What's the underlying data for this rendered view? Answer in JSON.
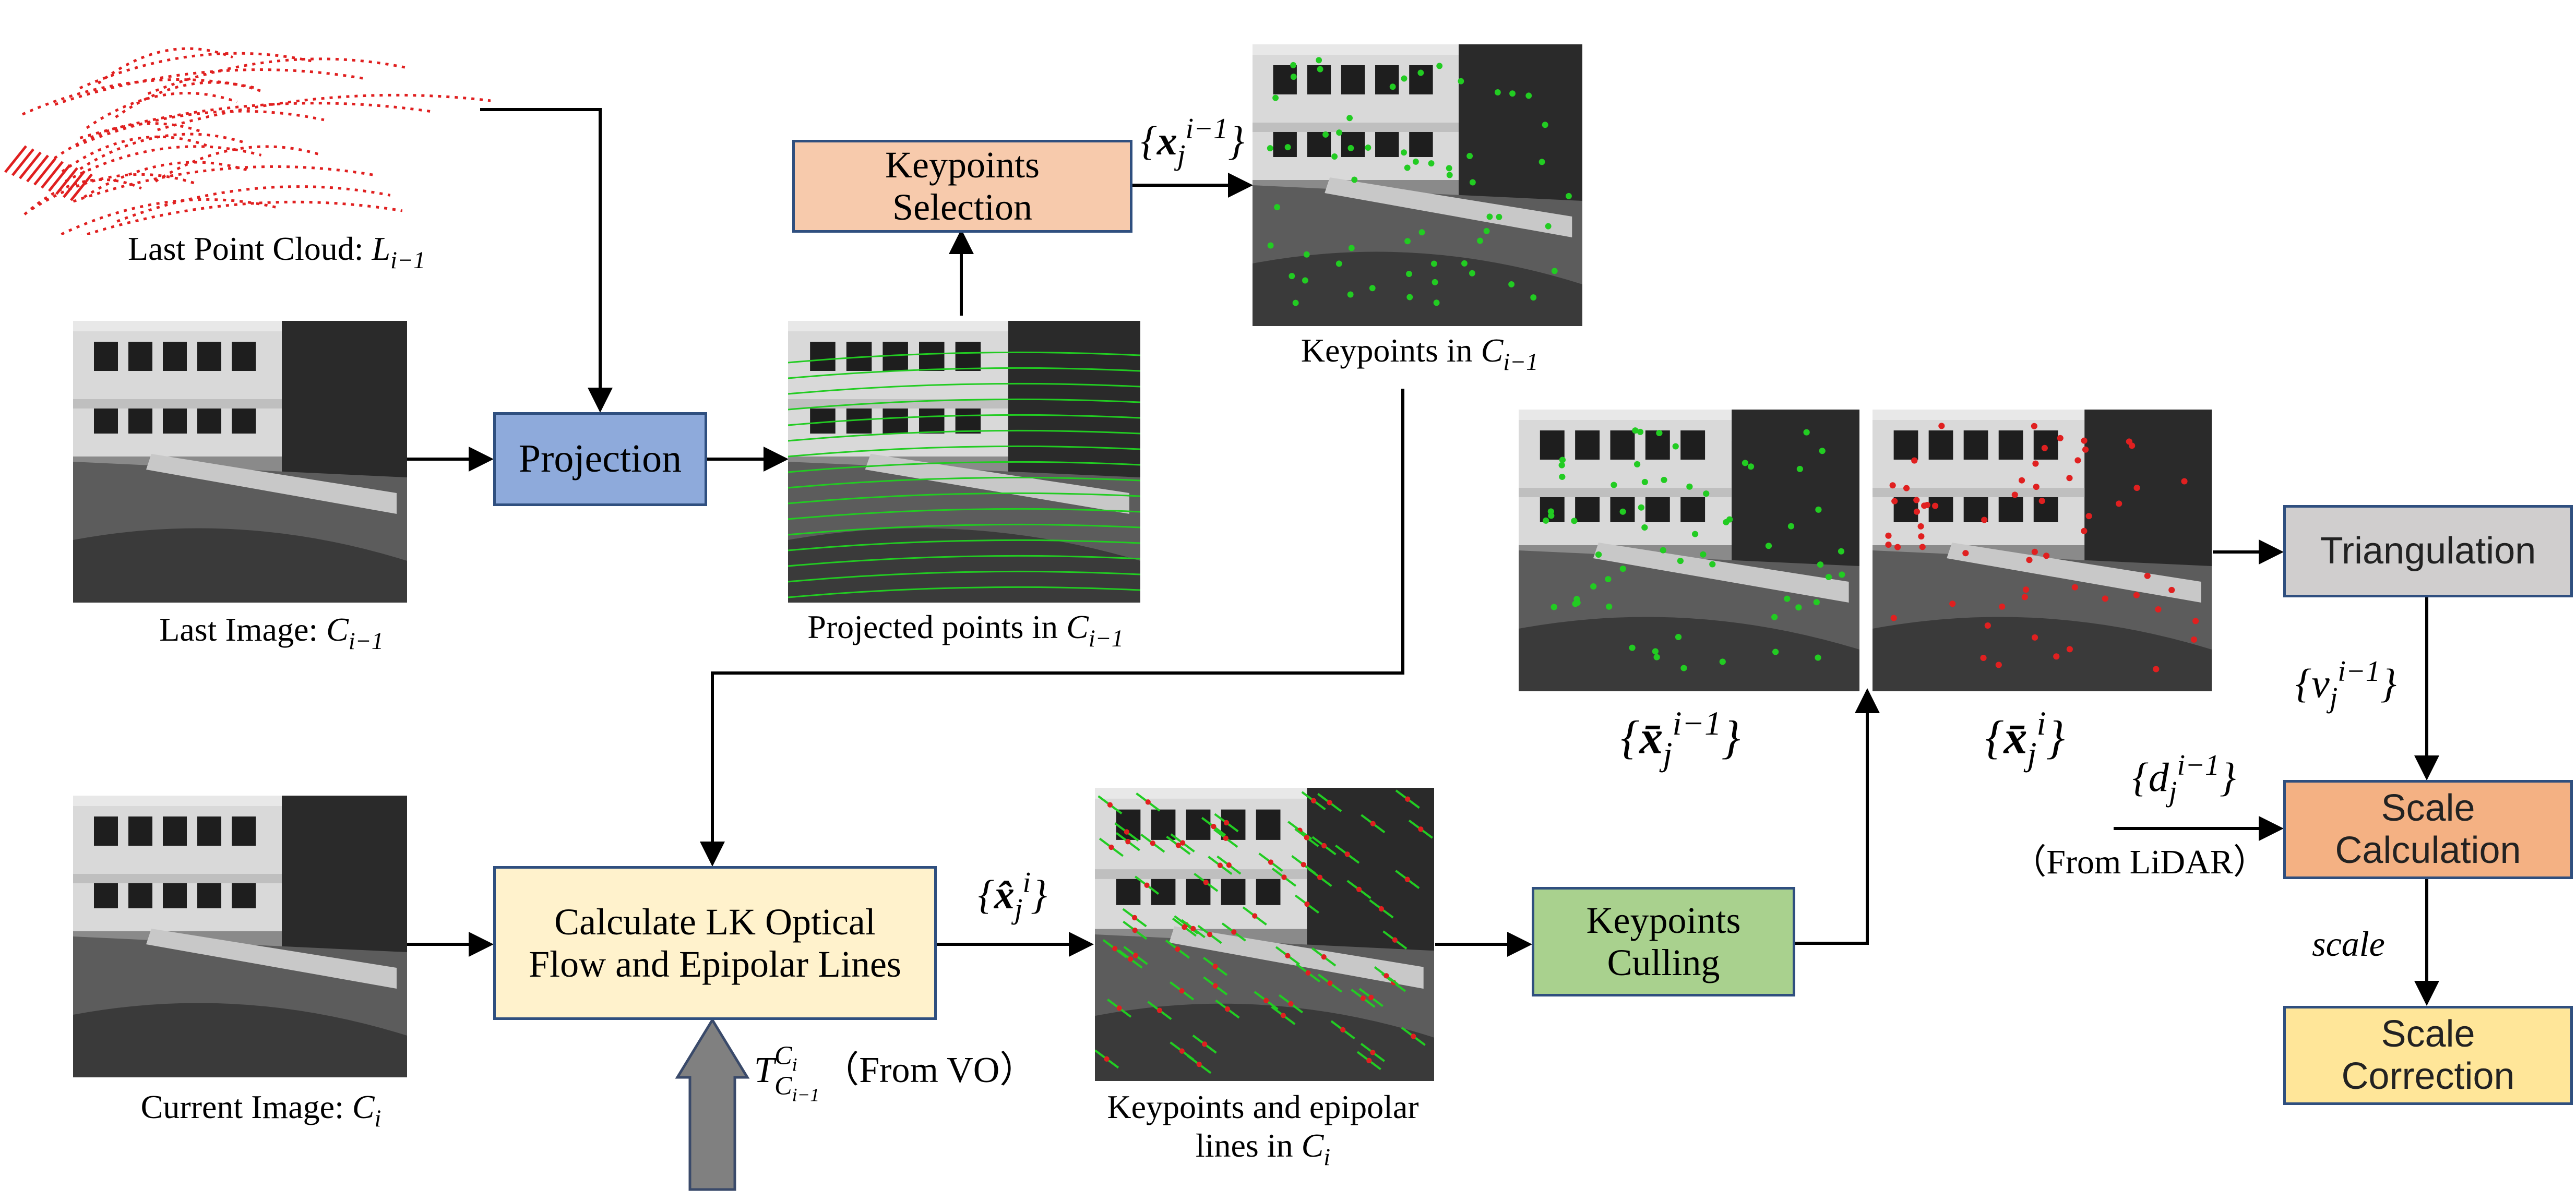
{
  "nodes": {
    "projection": "Projection",
    "keypoints_selection": "Keypoints Selection",
    "lk_flow": "Calculate LK Optical Flow and Epipolar Lines",
    "keypoints_culling": "Keypoints Culling",
    "triangulation": "Triangulation",
    "scale_calculation": "Scale Calculation",
    "scale_correction": "Scale Correction"
  },
  "labels": {
    "last_point_cloud": "Last Point Cloud: ",
    "last_point_cloud_var": "L",
    "last_point_cloud_sub": "i−1",
    "last_image": "Last Image: ",
    "last_image_var": "C",
    "last_image_sub": "i−1",
    "current_image": "Current Image: ",
    "current_image_var": "C",
    "current_image_sub": "i",
    "projected_points": "Projected points in ",
    "projected_points_var": "C",
    "projected_points_sub": "i−1",
    "keypoints_prev": "Keypoints in ",
    "keypoints_prev_var": "C",
    "keypoints_prev_sub": "i−1",
    "keypoints_epipolar_line1": "Keypoints and epipolar",
    "keypoints_epipolar_line2": "lines in ",
    "keypoints_epipolar_var": "C",
    "keypoints_epipolar_sub": "i",
    "from_vo": "（From VO）",
    "from_lidar": "（From LiDAR）",
    "scale": "scale"
  },
  "math": {
    "x_prev_sup": "i−1",
    "x_prev_sub": "j",
    "x_hat_sup": "i",
    "x_hat_sub": "j",
    "xbar_prev_sup": "i−1",
    "xbar_prev_sub": "j",
    "xbar_cur_sup": "i",
    "xbar_cur_sub": "j",
    "v_sup": "i−1",
    "v_sub": "j",
    "d_sup": "i−1",
    "d_sub": "j",
    "T_sup": "C",
    "T_sup_sub": "i",
    "T_sub": "C",
    "T_sub_sub": "i−1"
  },
  "colors": {
    "projection": "#8eaadb",
    "keypoints_selection": "#f7caac",
    "lk_flow": "#fff2cc",
    "keypoints_culling": "#a9d18e",
    "triangulation": "#d0cece",
    "scale_calculation": "#f4b183",
    "scale_correction": "#ffe699",
    "node_border": "#2f4f7f",
    "point_cloud": "#e02020",
    "flow_green": "#22cc22",
    "flow_red": "#e02020",
    "arrow": "#000000",
    "thick_arrow": "#808080"
  }
}
